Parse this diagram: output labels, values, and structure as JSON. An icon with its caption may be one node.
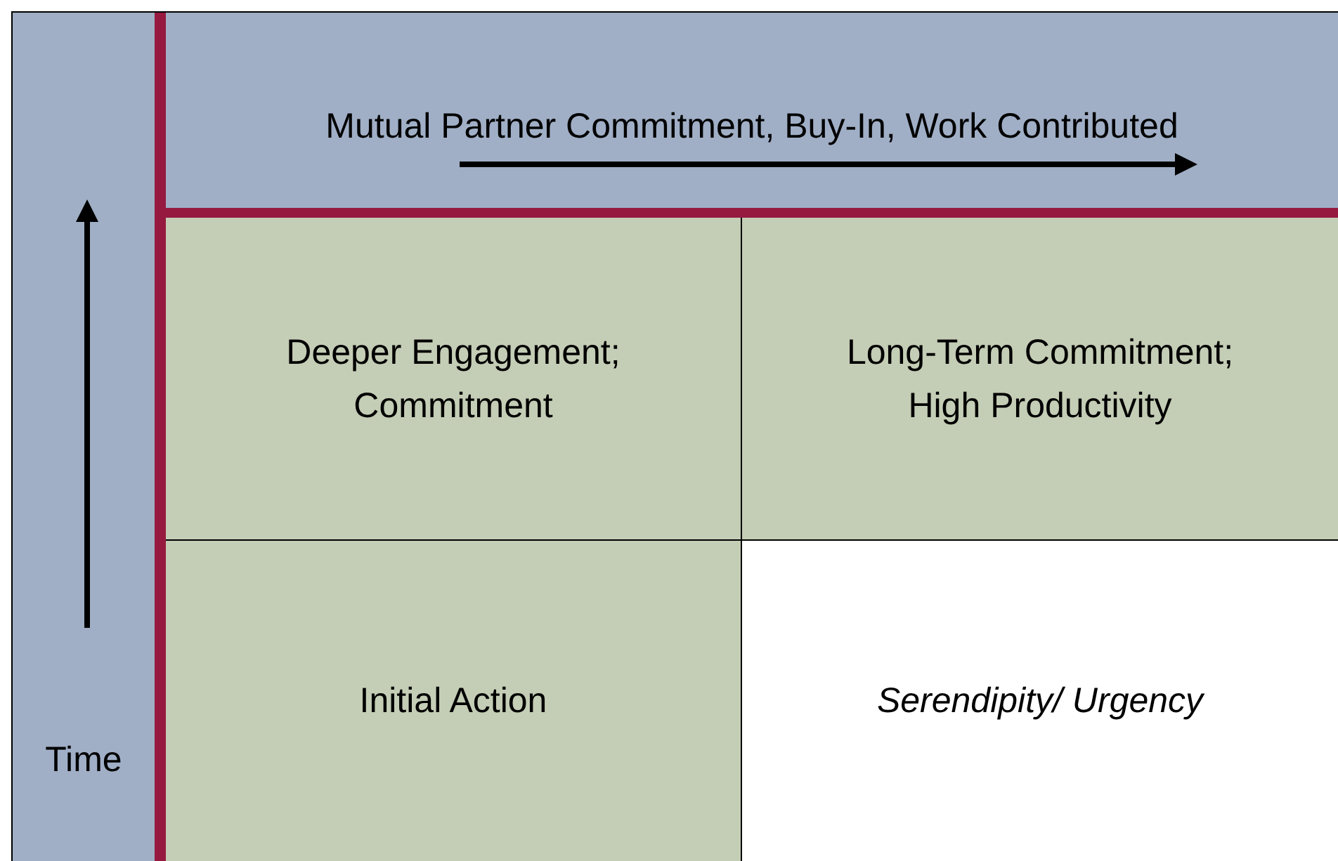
{
  "diagram": {
    "nodes": [
      {
        "text": [
          "Mutual Partner Commitment, Buy-In, Work Contributed"
        ]
      },
      {
        "text": [
          "Time"
        ]
      },
      {
        "text": [
          "Deeper Engagement; Commitment"
        ]
      },
      {
        "text": [
          "Long-Term Commitment; High Productivity"
        ]
      },
      {
        "text": [
          "Initial Action"
        ]
      },
      {
        "text": [
          "Serendipity/ Urgency"
        ]
      }
    ]
  }
}
